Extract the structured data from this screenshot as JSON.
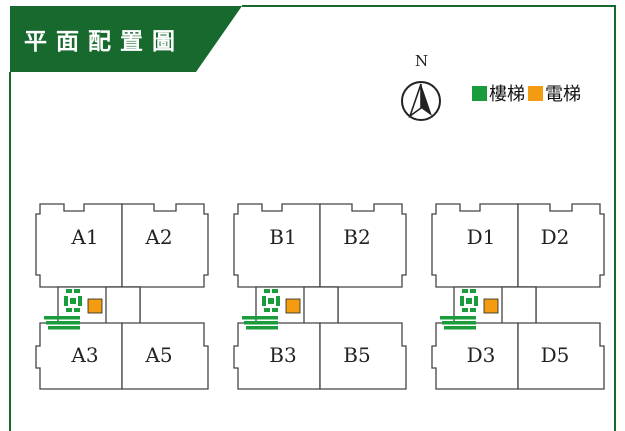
{
  "title": "平面配置圖",
  "compass": {
    "label": "N"
  },
  "legend": [
    {
      "label": "樓梯",
      "color": "#1a9c3c"
    },
    {
      "label": "電梯",
      "color": "#f39c12"
    }
  ],
  "colors": {
    "brand_green": "#17692e",
    "stair_green": "#1a9c3c",
    "elevator_orange": "#f39c12"
  },
  "buildings": [
    {
      "units": [
        "A1",
        "A2",
        "A3",
        "A5"
      ]
    },
    {
      "units": [
        "B1",
        "B2",
        "B3",
        "B5"
      ]
    },
    {
      "units": [
        "D1",
        "D2",
        "D3",
        "D5"
      ]
    }
  ]
}
